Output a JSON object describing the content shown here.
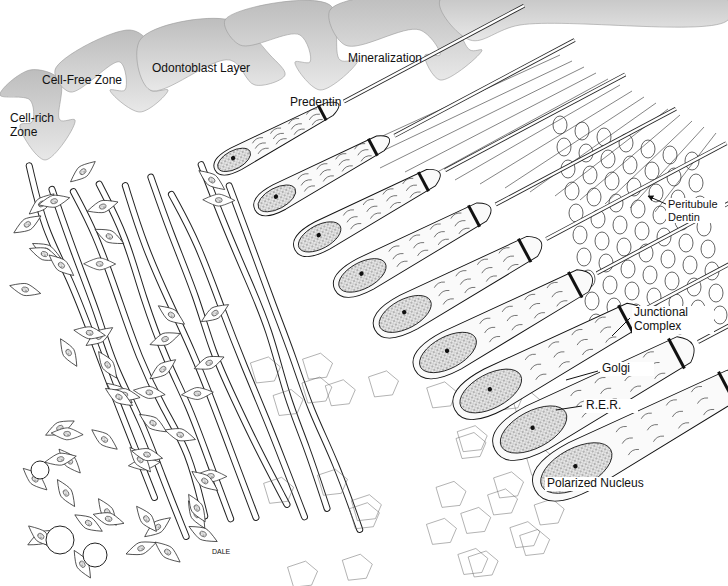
{
  "diagram": {
    "labels": [
      "Cell-rich Zone",
      "Cell-Free Zone",
      "Odontoblast Layer",
      "Predentin",
      "Mineralization",
      "Peritubule Dentin",
      "Junctional Complex",
      "Golgi",
      "R.E.R.",
      "Polarized Nucleus",
      "DALE"
    ]
  }
}
